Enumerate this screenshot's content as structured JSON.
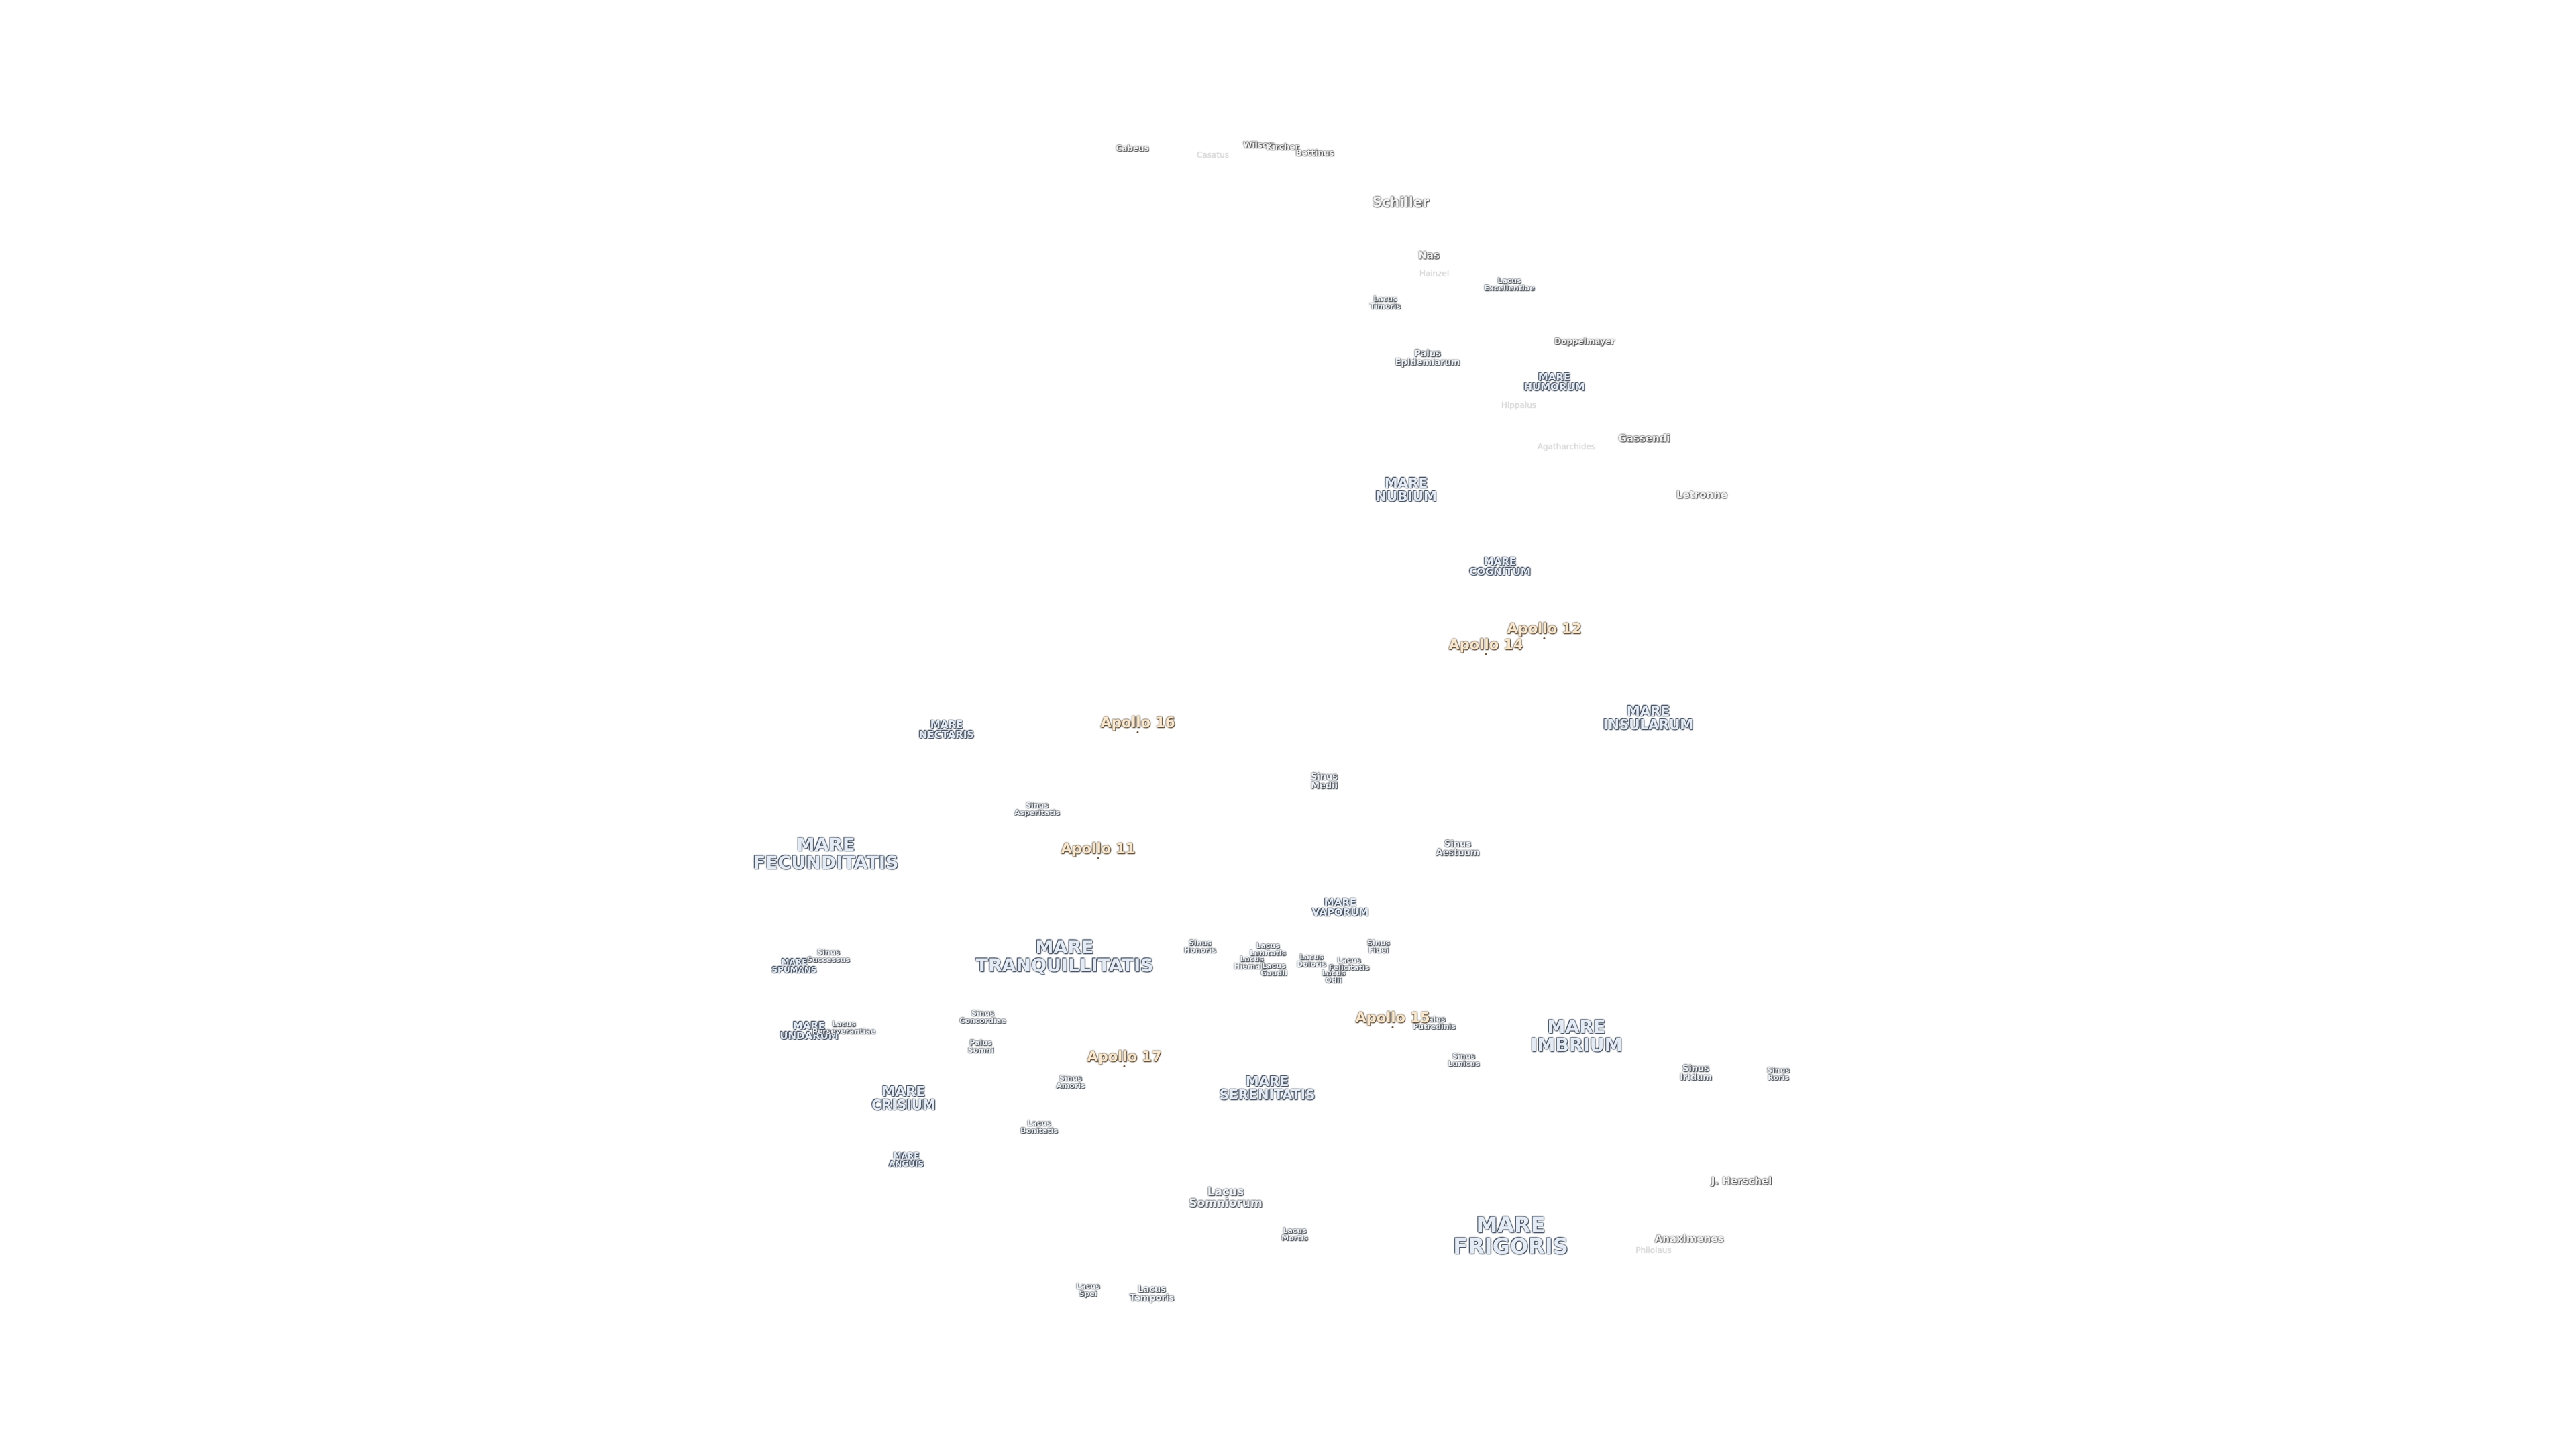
{
  "map": {
    "craters": {
      "cabeus": "Cabeus",
      "casatus": "Casatus",
      "wilson": "Wilson",
      "kircher": "Kircher",
      "bettinus": "Bettinus",
      "schiller": "Schiller",
      "nasmyth": "Nas",
      "hainzel": "Hainzel",
      "doppelmayer": "Doppelmayer",
      "hippalus": "Hippalus",
      "agatharchides": "Agatharchides",
      "gassendi": "Gassendi",
      "letronne": "Letronne",
      "j_herschel": "J. Herschel",
      "anaximenes": "Anaximenes",
      "philolaus": "Philolaus"
    },
    "maria": {
      "humorum": [
        "MARE",
        "HUMORUM"
      ],
      "nubium": [
        "MARE",
        "NUBIUM"
      ],
      "cognitum": [
        "MARE",
        "COGNITUM"
      ],
      "insularum": [
        "MARE",
        "INSULARUM"
      ],
      "nectaris": [
        "MARE",
        "NECTARIS"
      ],
      "fecunditatis": [
        "MARE",
        "FECUNDITATIS"
      ],
      "vaporum": [
        "MARE",
        "VAPORUM"
      ],
      "tranquillitatis": [
        "MARE",
        "TRANQUILLITATIS"
      ],
      "spumans": [
        "MARE",
        "SPUMANS"
      ],
      "undarum": [
        "MARE",
        "UNDARUM"
      ],
      "imbrium": [
        "MARE",
        "IMBRIUM"
      ],
      "crisium": [
        "MARE",
        "CRISIUM"
      ],
      "serenitatis": [
        "MARE",
        "SERENITATIS"
      ],
      "anguis": [
        "MARE",
        "ANGUIS"
      ],
      "frigoris": [
        "MARE",
        "FRIGORIS"
      ]
    },
    "features": {
      "lacus_timoris": [
        "Lacus",
        "Timoris"
      ],
      "lacus_excellentiae": [
        "Lacus",
        "Excellentiae"
      ],
      "palus_epidemiarum": [
        "Palus",
        "Epidemiarum"
      ],
      "sinus_medii": [
        "Sinus",
        "Medii"
      ],
      "sinus_asperitatis": [
        "Sinus",
        "Asperitatis"
      ],
      "sinus_aestuum": [
        "Sinus",
        "Aestuum"
      ],
      "sinus_successus": [
        "Sinus",
        "Successus"
      ],
      "sinus_honoris": [
        "Sinus",
        "Honoris"
      ],
      "lacus_lenitatis": [
        "Lacus",
        "Lenitatis"
      ],
      "lacus_hiemalis": [
        "Lacus",
        "Hiemalis"
      ],
      "lacus_gaudii": [
        "Lacus",
        "Gaudii"
      ],
      "lacus_doloris": [
        "Lacus",
        "Doloris"
      ],
      "lacus_felicitatis": [
        "Lacus",
        "Felicitatis"
      ],
      "sinus_fidei": [
        "Sinus",
        "Fidei"
      ],
      "lacus_odii": [
        "Lacus",
        "Odii"
      ],
      "lacus_perseverantiae": [
        "Lacus",
        "Perseverantiae"
      ],
      "sinus_concordiae": [
        "Sinus",
        "Concordiae"
      ],
      "palus_somni": [
        "Palus",
        "Somni"
      ],
      "palus_putredinis": [
        "Palus",
        "Putredinis"
      ],
      "sinus_lunicus": [
        "Sinus",
        "Lunicus"
      ],
      "sinus_iridum": [
        "Sinus",
        "Iridum"
      ],
      "sinus_roris": [
        "Sinus",
        "Roris"
      ],
      "sinus_amoris": [
        "Sinus",
        "Amoris"
      ],
      "lacus_bonitatis": [
        "Lacus",
        "Bonitatis"
      ],
      "lacus_somniorum": [
        "Lacus",
        "Somniorum"
      ],
      "lacus_mortis": [
        "Lacus",
        "Mortis"
      ],
      "lacus_spei": [
        "Lacus",
        "Spei"
      ],
      "lacus_temporis": [
        "Lacus",
        "Temporis"
      ]
    },
    "apollo_sites": {
      "apollo_12": "Apollo 12",
      "apollo_14": "Apollo 14",
      "apollo_16": "Apollo 16",
      "apollo_11": "Apollo 11",
      "apollo_15": "Apollo 15",
      "apollo_17": "Apollo 17"
    },
    "colors": {
      "background": "#ffffff",
      "mare_text": "#e4ebf4",
      "mare_outline": "#3a4657",
      "apollo_text": "#f7e8cf",
      "apollo_outline": "#5a4630",
      "crater_outline": "#505050"
    }
  }
}
